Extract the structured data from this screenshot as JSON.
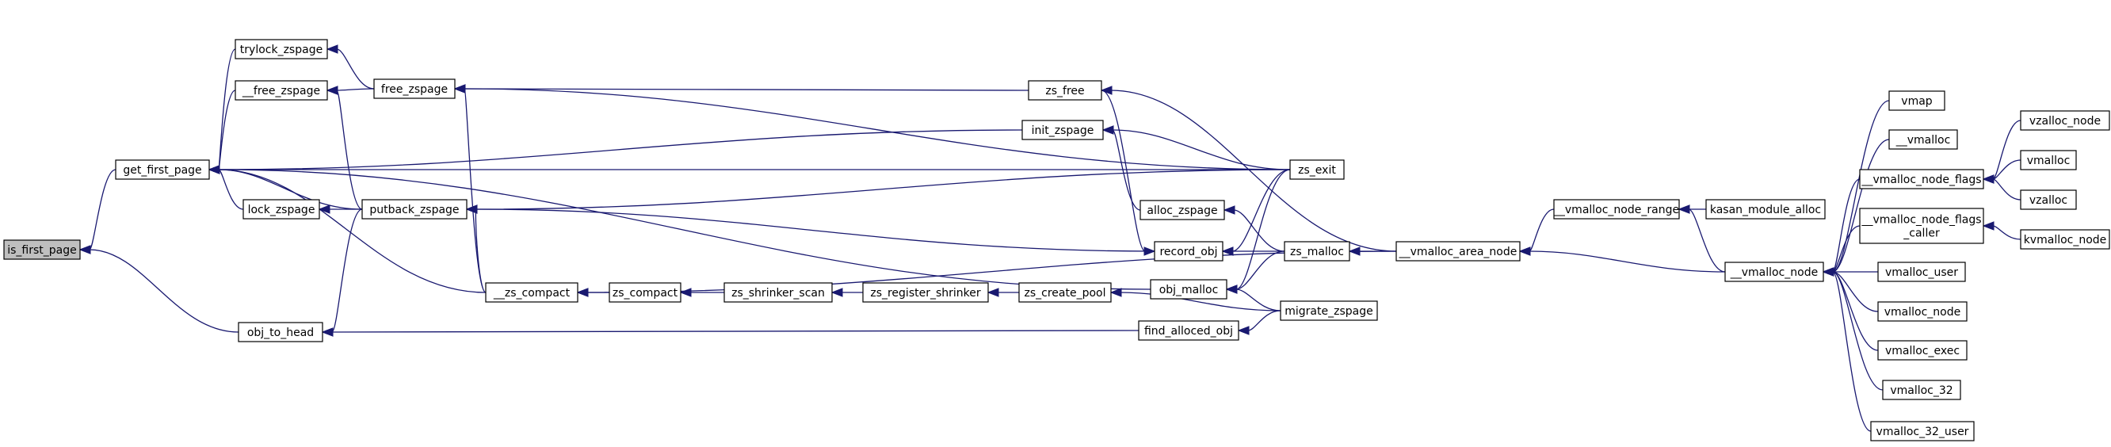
{
  "graph": {
    "title": "",
    "nodes": [
      {
        "id": "is_first_page",
        "lines": [
          "is_first_page"
        ],
        "root": true
      },
      {
        "id": "get_first_page",
        "lines": [
          "get_first_page"
        ]
      },
      {
        "id": "obj_to_head",
        "lines": [
          "obj_to_head"
        ]
      },
      {
        "id": "trylock_zspage",
        "lines": [
          "trylock_zspage"
        ]
      },
      {
        "id": "__free_zspage",
        "lines": [
          "__free_zspage"
        ]
      },
      {
        "id": "lock_zspage",
        "lines": [
          "lock_zspage"
        ]
      },
      {
        "id": "free_zspage",
        "lines": [
          "free_zspage"
        ]
      },
      {
        "id": "putback_zspage",
        "lines": [
          "putback_zspage"
        ]
      },
      {
        "id": "__zs_compact",
        "lines": [
          "__zs_compact"
        ]
      },
      {
        "id": "zs_compact",
        "lines": [
          "zs_compact"
        ]
      },
      {
        "id": "zs_shrinker_scan",
        "lines": [
          "zs_shrinker_scan"
        ]
      },
      {
        "id": "zs_register_shrinker",
        "lines": [
          "zs_register_shrinker"
        ]
      },
      {
        "id": "zs_create_pool",
        "lines": [
          "zs_create_pool"
        ]
      },
      {
        "id": "zs_free",
        "lines": [
          "zs_free"
        ]
      },
      {
        "id": "init_zspage",
        "lines": [
          "init_zspage"
        ]
      },
      {
        "id": "alloc_zspage",
        "lines": [
          "alloc_zspage"
        ]
      },
      {
        "id": "record_obj",
        "lines": [
          "record_obj"
        ]
      },
      {
        "id": "obj_malloc",
        "lines": [
          "obj_malloc"
        ]
      },
      {
        "id": "find_alloced_obj",
        "lines": [
          "find_alloced_obj"
        ]
      },
      {
        "id": "zs_exit",
        "lines": [
          "zs_exit"
        ]
      },
      {
        "id": "zs_malloc",
        "lines": [
          "zs_malloc"
        ]
      },
      {
        "id": "migrate_zspage",
        "lines": [
          "migrate_zspage"
        ]
      },
      {
        "id": "__vmalloc_area_node",
        "lines": [
          "__vmalloc_area_node"
        ]
      },
      {
        "id": "__vmalloc_node_range",
        "lines": [
          "__vmalloc_node_range"
        ]
      },
      {
        "id": "kasan_module_alloc",
        "lines": [
          "kasan_module_alloc"
        ]
      },
      {
        "id": "__vmalloc_node",
        "lines": [
          "__vmalloc_node"
        ]
      },
      {
        "id": "vmap",
        "lines": [
          "vmap"
        ]
      },
      {
        "id": "__vmalloc",
        "lines": [
          "__vmalloc"
        ]
      },
      {
        "id": "__vmalloc_node_flags",
        "lines": [
          "__vmalloc_node_flags"
        ]
      },
      {
        "id": "__vmalloc_node_flags_caller",
        "lines": [
          "__vmalloc_node_flags",
          "_caller"
        ]
      },
      {
        "id": "vmalloc_user",
        "lines": [
          "vmalloc_user"
        ]
      },
      {
        "id": "vmalloc_node",
        "lines": [
          "vmalloc_node"
        ]
      },
      {
        "id": "vmalloc_exec",
        "lines": [
          "vmalloc_exec"
        ]
      },
      {
        "id": "vmalloc_32",
        "lines": [
          "vmalloc_32"
        ]
      },
      {
        "id": "vmalloc_32_user",
        "lines": [
          "vmalloc_32_user"
        ]
      },
      {
        "id": "vzalloc_node",
        "lines": [
          "vzalloc_node"
        ]
      },
      {
        "id": "vmalloc",
        "lines": [
          "vmalloc"
        ]
      },
      {
        "id": "vzalloc",
        "lines": [
          "vzalloc"
        ]
      },
      {
        "id": "kvmalloc_node",
        "lines": [
          "kvmalloc_node"
        ]
      }
    ],
    "edges": [
      {
        "from": "get_first_page",
        "to": "is_first_page"
      },
      {
        "from": "obj_to_head",
        "to": "is_first_page"
      },
      {
        "from": "trylock_zspage",
        "to": "get_first_page"
      },
      {
        "from": "__free_zspage",
        "to": "get_first_page"
      },
      {
        "from": "lock_zspage",
        "to": "get_first_page"
      },
      {
        "from": "putback_zspage",
        "to": "get_first_page"
      },
      {
        "from": "__zs_compact",
        "to": "get_first_page"
      },
      {
        "from": "init_zspage",
        "to": "get_first_page"
      },
      {
        "from": "obj_malloc",
        "to": "get_first_page"
      },
      {
        "from": "zs_exit",
        "to": "get_first_page"
      },
      {
        "from": "find_alloced_obj",
        "to": "obj_to_head"
      },
      {
        "from": "putback_zspage",
        "to": "obj_to_head"
      },
      {
        "from": "free_zspage",
        "to": "trylock_zspage"
      },
      {
        "from": "free_zspage",
        "to": "__free_zspage"
      },
      {
        "from": "putback_zspage",
        "to": "__free_zspage"
      },
      {
        "from": "putback_zspage",
        "to": "lock_zspage"
      },
      {
        "from": "zs_free",
        "to": "free_zspage"
      },
      {
        "from": "__zs_compact",
        "to": "free_zspage"
      },
      {
        "from": "zs_exit",
        "to": "free_zspage"
      },
      {
        "from": "__zs_compact",
        "to": "putback_zspage"
      },
      {
        "from": "record_obj",
        "to": "putback_zspage"
      },
      {
        "from": "zs_exit",
        "to": "putback_zspage"
      },
      {
        "from": "zs_compact",
        "to": "__zs_compact"
      },
      {
        "from": "zs_shrinker_scan",
        "to": "zs_compact"
      },
      {
        "from": "zs_register_shrinker",
        "to": "zs_shrinker_scan"
      },
      {
        "from": "zs_create_pool",
        "to": "zs_register_shrinker"
      },
      {
        "from": "migrate_zspage",
        "to": "zs_create_pool"
      },
      {
        "from": "__vmalloc_area_node",
        "to": "__zs_compact"
      },
      {
        "from": "zs_exit",
        "to": "init_zspage"
      },
      {
        "from": "alloc_zspage",
        "to": "init_zspage"
      },
      {
        "from": "zs_malloc",
        "to": "alloc_zspage"
      },
      {
        "from": "zs_exit",
        "to": "record_obj"
      },
      {
        "from": "zs_malloc",
        "to": "record_obj"
      },
      {
        "from": "zs_free",
        "to": "record_obj"
      },
      {
        "from": "zs_malloc",
        "to": "obj_malloc"
      },
      {
        "from": "zs_exit",
        "to": "obj_malloc"
      },
      {
        "from": "migrate_zspage",
        "to": "obj_malloc"
      },
      {
        "from": "migrate_zspage",
        "to": "find_alloced_obj"
      },
      {
        "from": "__vmalloc_area_node",
        "to": "zs_malloc"
      },
      {
        "from": "__vmalloc_area_node",
        "to": "zs_free"
      },
      {
        "from": "__vmalloc_node_range",
        "to": "__vmalloc_area_node"
      },
      {
        "from": "__vmalloc_node",
        "to": "__vmalloc_area_node"
      },
      {
        "from": "kasan_module_alloc",
        "to": "__vmalloc_node_range"
      },
      {
        "from": "__vmalloc_node",
        "to": "__vmalloc_node_range"
      },
      {
        "from": "vmap",
        "to": "__vmalloc_node"
      },
      {
        "from": "__vmalloc",
        "to": "__vmalloc_node"
      },
      {
        "from": "__vmalloc_node_flags",
        "to": "__vmalloc_node"
      },
      {
        "from": "__vmalloc_node_flags_caller",
        "to": "__vmalloc_node"
      },
      {
        "from": "vmalloc_user",
        "to": "__vmalloc_node"
      },
      {
        "from": "vmalloc_node",
        "to": "__vmalloc_node"
      },
      {
        "from": "vmalloc_exec",
        "to": "__vmalloc_node"
      },
      {
        "from": "vmalloc_32",
        "to": "__vmalloc_node"
      },
      {
        "from": "vmalloc_32_user",
        "to": "__vmalloc_node"
      },
      {
        "from": "vzalloc_node",
        "to": "__vmalloc_node_flags"
      },
      {
        "from": "vmalloc",
        "to": "__vmalloc_node_flags"
      },
      {
        "from": "vzalloc",
        "to": "__vmalloc_node_flags"
      },
      {
        "from": "kvmalloc_node",
        "to": "__vmalloc_node_flags_caller"
      }
    ]
  },
  "colors": {
    "edge": "#191970",
    "node_border": "#000000",
    "root_fill": "#bfbfbf",
    "node_fill": "#ffffff"
  }
}
